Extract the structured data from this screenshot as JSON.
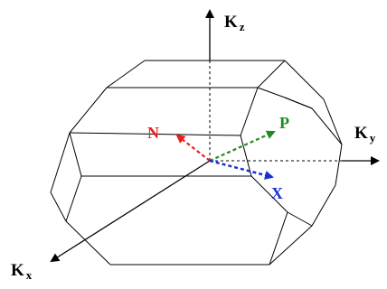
{
  "diagram": {
    "axes": [
      {
        "id": "kz",
        "main": "K",
        "sub": "z"
      },
      {
        "id": "ky",
        "main": "K",
        "sub": "y"
      },
      {
        "id": "kx",
        "main": "K",
        "sub": "x"
      }
    ],
    "points": [
      {
        "id": "N",
        "label": "N",
        "color": "#e8201e"
      },
      {
        "id": "P",
        "label": "P",
        "color": "#1f8a1f"
      },
      {
        "id": "X",
        "label": "X",
        "color": "#1a2fd6"
      }
    ]
  }
}
